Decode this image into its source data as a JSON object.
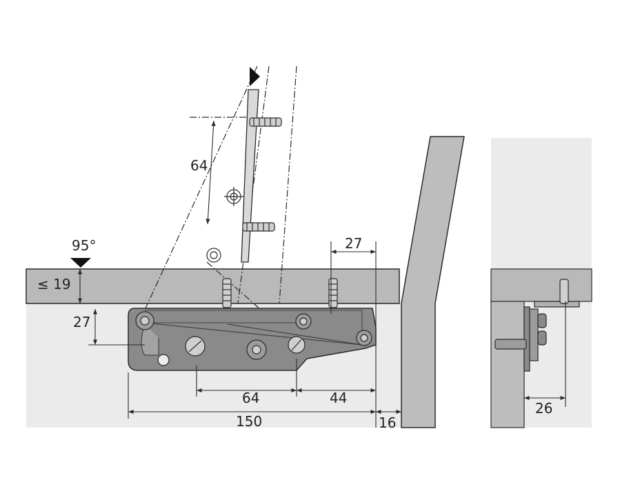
{
  "drawing": {
    "angle_label": "95°",
    "panel_thickness_label": "≤ 19",
    "vertical_offset_label": "27",
    "screw_spacing_label": "64",
    "edge_distance_label": "27",
    "bottom_spacing_label": "64",
    "bottom_right_label": "44",
    "total_length_label": "150",
    "gap_label": "16",
    "side_view_label": "26"
  },
  "colors": {
    "panel_fill": "#b9b9b9",
    "cabinet_fill": "#ebebeb",
    "hinge_fill": "#8a8a8a",
    "line": "#2a2a2a"
  }
}
